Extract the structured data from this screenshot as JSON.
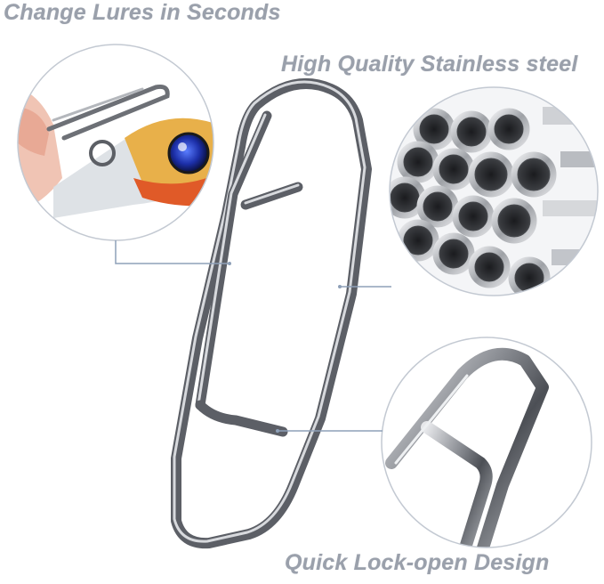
{
  "captions": {
    "top": "Change Lures in Seconds",
    "middle": "High Quality Stainless steel",
    "bottom": "Quick Lock-open Design"
  },
  "colors": {
    "caption": "#9aa0ab",
    "circle_border": "#c3c9d2",
    "leader_line": "#8ea0b8",
    "steel_dark": "#5a5d63",
    "steel_light": "#d9dadd"
  }
}
